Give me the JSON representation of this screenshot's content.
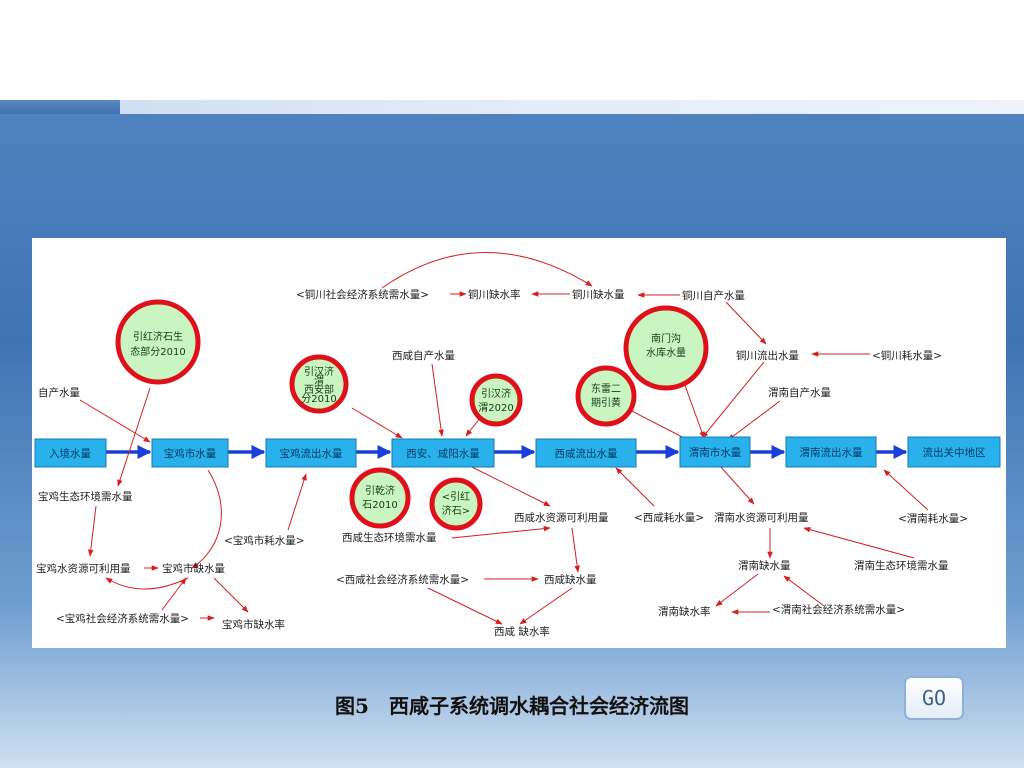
{
  "boxes": {
    "rujing": "入境水量",
    "baoji_city": "宝鸡市水量",
    "baoji_out": "宝鸡流出水量",
    "xian": "西安、咸阳水量",
    "xixian_out": "西咸流出水量",
    "weinan_city": "渭南市水量",
    "weinan_out": "渭南流出水量",
    "guanzhong": "流出关中地区"
  },
  "circles": {
    "yinhong_shi": [
      "引红济石生",
      "态部分2010"
    ],
    "yinhan_xi": [
      "引汉济",
      "渭",
      "西安部",
      "分2010"
    ],
    "yinhan_wei": [
      "引汉济",
      "渭2020"
    ],
    "donglei": [
      "东雷二",
      "期引黄"
    ],
    "nanmengou": [
      "南门沟",
      "水库水量"
    ],
    "yinqian": [
      "引乾济",
      "石2010"
    ],
    "yinhong_brk": [
      "<引红",
      "济石>"
    ]
  },
  "labels": {
    "tongchuan_demand": "<铜川社会经济系统需水量>",
    "tongchuan_rate": "铜川缺水率",
    "tongchuan_short": "铜川缺水量",
    "tongchuan_self": "铜川自产水量",
    "tongchuan_out": "铜川流出水量",
    "tongchuan_use": "<铜川耗水量>",
    "xixian_self": "西咸自产水量",
    "weinan_self": "渭南自产水量",
    "self_produced": "自产水量",
    "baoji_eco": "宝鸡生态环境需水量",
    "baoji_use": "<宝鸡市耗水量>",
    "xixian_eco": "西咸生态环境需水量",
    "xixian_avail": "西咸水资源可利用量",
    "xixian_use": "<西咸耗水量>",
    "weinan_avail": "渭南水资源可利用量",
    "weinan_use": "<渭南耗水量>",
    "baoji_avail": "宝鸡水资源可利用量",
    "baoji_short": "宝鸡市缺水量",
    "xixian_demand": "<西咸社会经济系统需水量>",
    "xixian_short": "西咸缺水量",
    "weinan_short": "渭南缺水量",
    "weinan_eco": "渭南生态环境需水量",
    "weinan_rate": "渭南缺水率",
    "weinan_demand": "<渭南社会经济系统需水量>",
    "baoji_demand": "<宝鸡社会经济系统需水量>",
    "baoji_rate": "宝鸡市缺水率",
    "xixian_rate": "西咸 缺水率"
  },
  "caption": "图5　西咸子系统调水耦合社会经济流图",
  "go_label": "GO",
  "colors": {
    "box": "#29b1ec",
    "flow_arrow": "#1a3fd6",
    "link_arrow": "#d42020",
    "circle_fill": "#c8f5c0",
    "circle_ring": "#e0101a"
  }
}
